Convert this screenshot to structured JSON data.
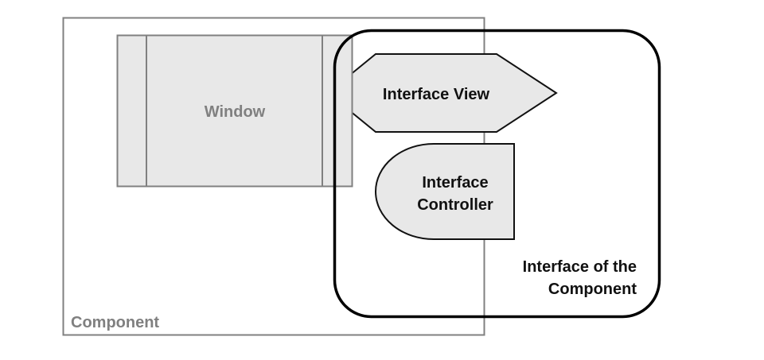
{
  "colors": {
    "component_border": "#808080",
    "window_fill": "#e8e8e8",
    "window_border": "#808080",
    "interface_border": "#000000",
    "shape_fill": "#e8e8e8",
    "gray_text": "#808080",
    "dark_text": "#111111"
  },
  "diagram": {
    "component_label": "Component",
    "window_label": "Window",
    "interface_view_label": "Interface View",
    "interface_controller_label": [
      "Interface",
      "Controller"
    ],
    "interface_of_component_label": [
      "Interface of the",
      "Component"
    ]
  }
}
